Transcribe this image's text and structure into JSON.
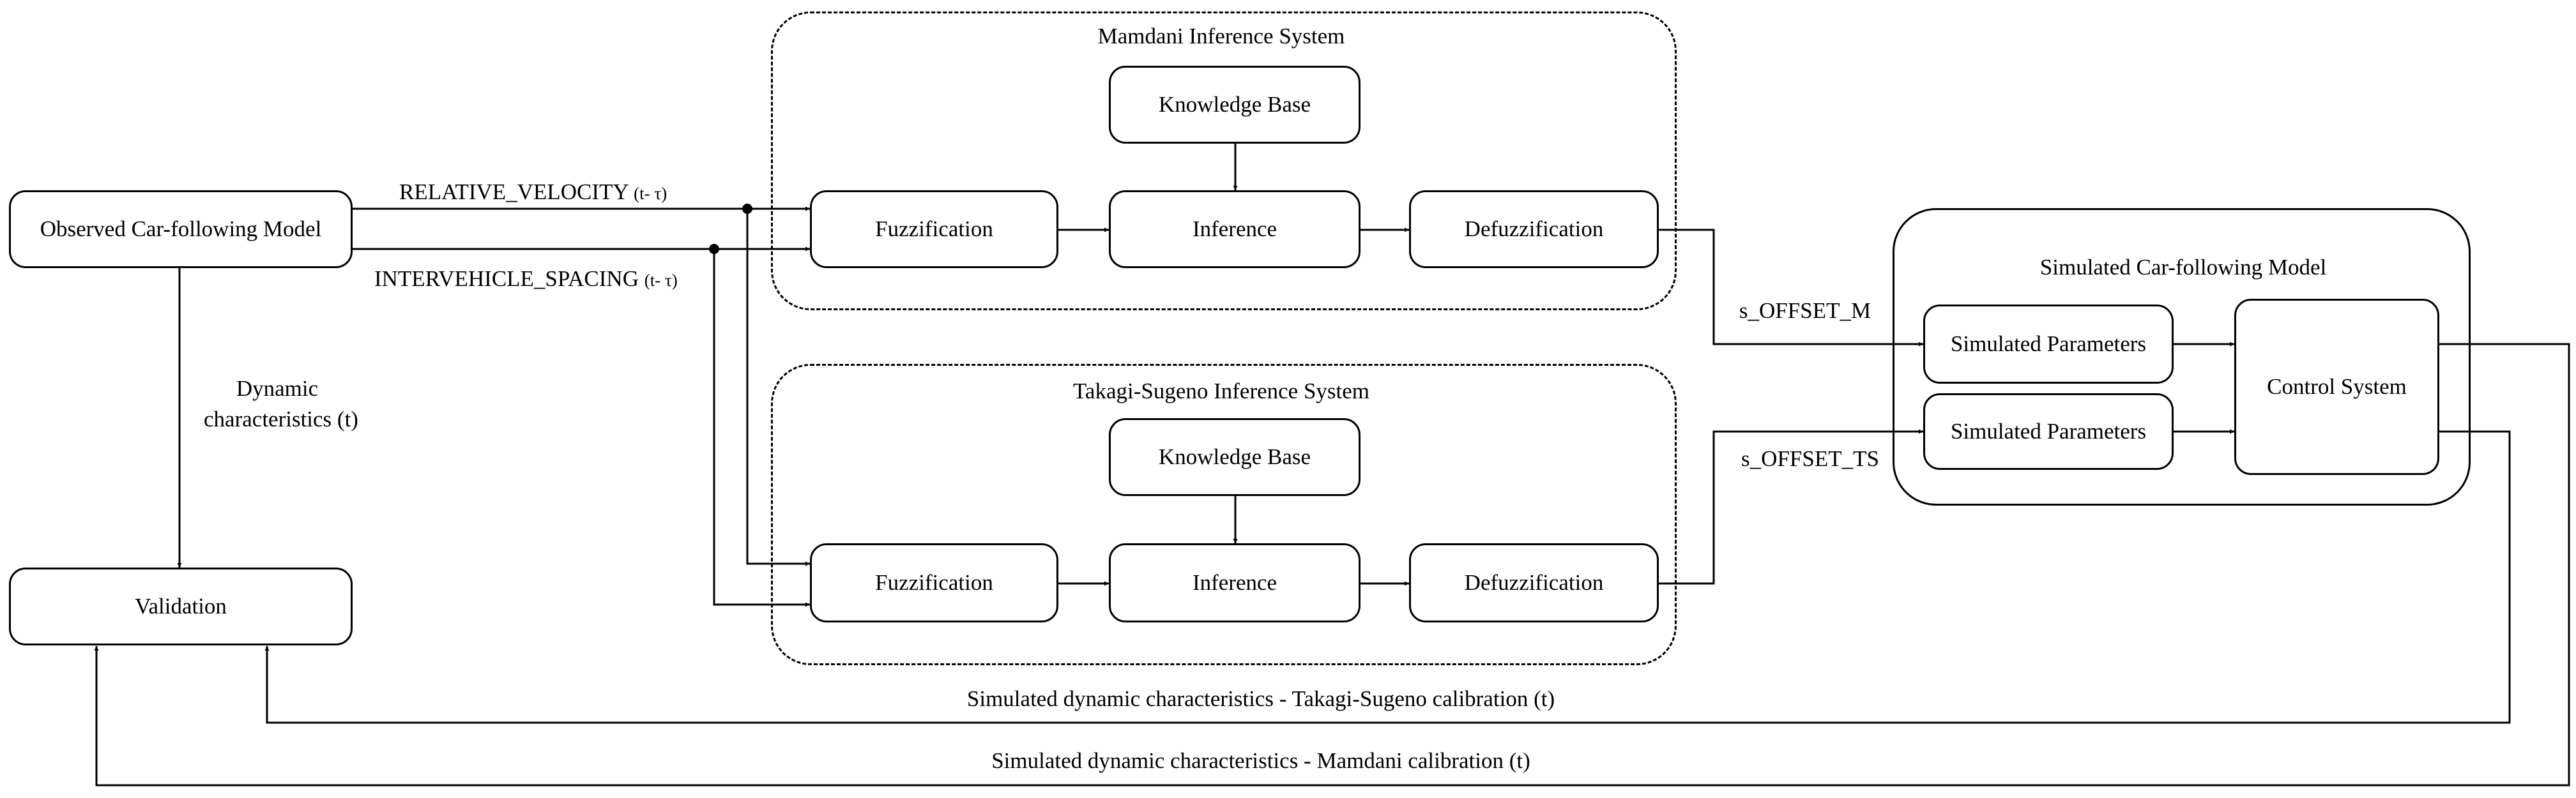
{
  "diagram": {
    "observed_model": "Observed Car-following Model",
    "validation": "Validation",
    "dynamic_characteristics_line1": "Dynamic",
    "dynamic_characteristics_line2": "characteristics (t)",
    "relative_velocity": "RELATIVE_VELOCITY",
    "relative_velocity_delay": "(t- τ)",
    "intervehicle_spacing": "INTERVEHICLE_SPACING",
    "intervehicle_spacing_delay": "(t- τ)",
    "mamdani": {
      "title": "Mamdani Inference System",
      "knowledge_base": "Knowledge Base",
      "fuzzification": "Fuzzification",
      "inference": "Inference",
      "defuzzification": "Defuzzification"
    },
    "takagi_sugeno": {
      "title": "Takagi-Sugeno Inference System",
      "knowledge_base": "Knowledge Base",
      "fuzzification": "Fuzzification",
      "inference": "Inference",
      "defuzzification": "Defuzzification"
    },
    "s_offset_m": "s_OFFSET_M",
    "s_offset_ts": "s_OFFSET_TS",
    "simulated_model": {
      "title": "Simulated Car-following Model",
      "parameters_1": "Simulated Parameters",
      "parameters_2": "Simulated Parameters",
      "control_system": "Control System"
    },
    "feedback_ts": "Simulated dynamic characteristics - Takagi-Sugeno calibration (t)",
    "feedback_mamdani": "Simulated dynamic characteristics - Mamdani calibration (t)"
  }
}
